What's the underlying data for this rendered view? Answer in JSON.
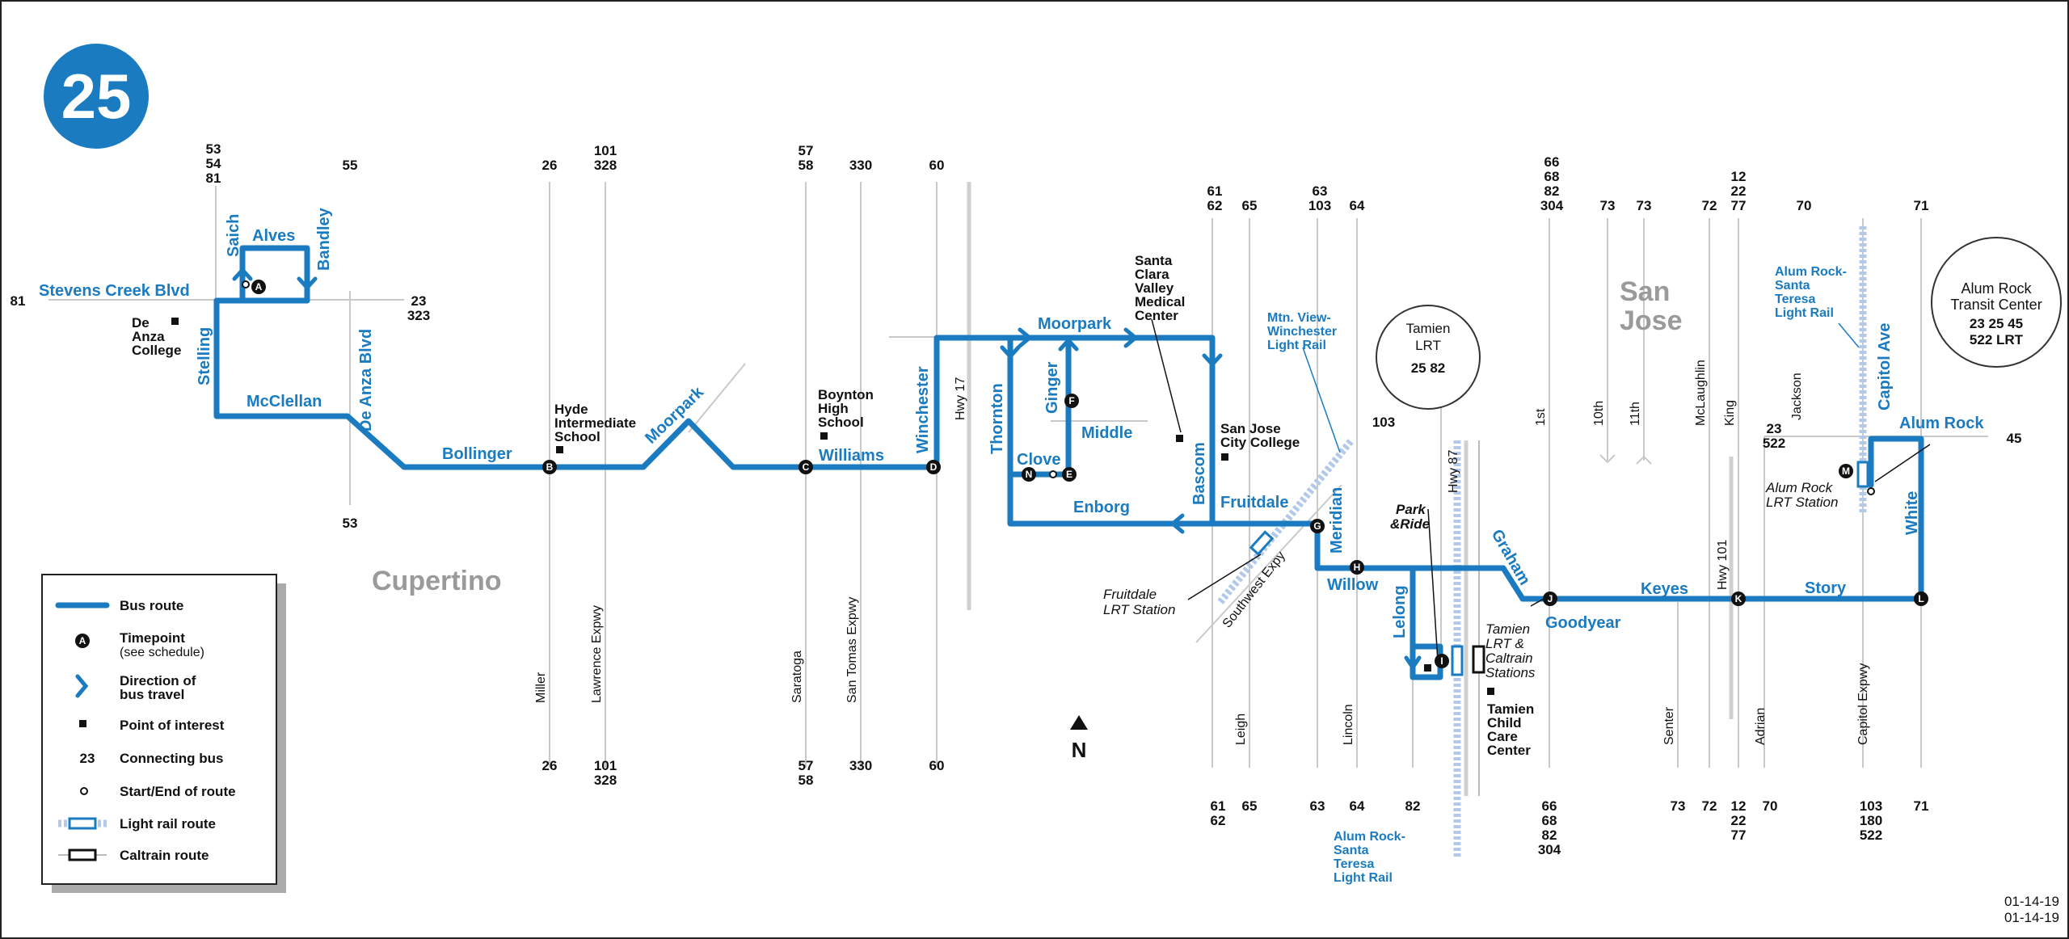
{
  "route_number": "25",
  "cities": {
    "cupertino": "Cupertino",
    "san_jose_1": "San",
    "san_jose_2": "Jose"
  },
  "streets": {
    "stevens_creek": "Stevens Creek Blvd",
    "saich": "Saich",
    "alves": "Alves",
    "bandley": "Bandley",
    "stelling": "Stelling",
    "mcclellan": "McClellan",
    "de_anza_blvd": "De Anza Blvd",
    "bollinger": "Bollinger",
    "moorpark_w": "Moorpark",
    "williams": "Williams",
    "winchester": "Winchester",
    "hwy17": "Hwy 17",
    "thornton": "Thornton",
    "moorpark_e": "Moorpark",
    "ginger": "Ginger",
    "middle": "Middle",
    "clove": "Clove",
    "enborg": "Enborg",
    "bascom": "Bascom",
    "fruitdale": "Fruitdale",
    "meridian": "Meridian",
    "willow": "Willow",
    "lelong": "Lelong",
    "graham": "Graham",
    "goodyear": "Goodyear",
    "keyes": "Keyes",
    "story": "Story",
    "white": "White",
    "alum_rock": "Alum Rock",
    "capitol_ave": "Capitol Ave",
    "miller": "Miller",
    "lawrence": "Lawrence Expwy",
    "saratoga": "Saratoga",
    "san_tomas": "San Tomas Expwy",
    "leigh": "Leigh",
    "lincoln": "Lincoln",
    "hwy87": "Hwy 87",
    "first": "1st",
    "tenth": "10th",
    "eleventh": "11th",
    "mclaughlin": "McLaughlin",
    "king": "King",
    "jackson": "Jackson",
    "senter": "Senter",
    "hwy101": "Hwy 101",
    "adrian": "Adrian",
    "capitol_expwy": "Capitol Expwy",
    "southwest_expy": "Southwest Expy"
  },
  "timepoints": [
    "A",
    "B",
    "C",
    "D",
    "E",
    "F",
    "G",
    "H",
    "I",
    "J",
    "K",
    "L",
    "M",
    "N"
  ],
  "poi": {
    "de_anza": [
      "De",
      "Anza",
      "College"
    ],
    "hyde": [
      "Hyde",
      "Intermediate",
      "School"
    ],
    "boynton": [
      "Boynton",
      "High",
      "School"
    ],
    "scvmc": [
      "Santa",
      "Clara",
      "Valley",
      "Medical",
      "Center"
    ],
    "sjcc": [
      "San Jose",
      "City College"
    ],
    "park": "Park",
    "ride": "&Ride",
    "fruitdale_lrt": [
      "Fruitdale",
      "LRT Station"
    ],
    "tamien_stations": [
      "Tamien",
      "LRT &",
      "Caltrain",
      "Stations"
    ],
    "tamien_child": [
      "Tamien",
      "Child",
      "Care",
      "Center"
    ],
    "alum_rock_lrt_station": [
      "Alum Rock",
      "LRT Station"
    ],
    "north": "N"
  },
  "light_rail_labels": {
    "mtn_view": [
      "Mtn. View-",
      "Winchester",
      "Light Rail"
    ],
    "alum_rock_santa_teresa_bottom": [
      "Alum Rock-",
      "Santa",
      "Teresa",
      "Light Rail"
    ],
    "alum_rock_santa_teresa_top": [
      "Alum Rock-",
      "Santa",
      "Teresa",
      "Light Rail"
    ]
  },
  "callouts": {
    "tamien": {
      "title": [
        "Tamien",
        "LRT"
      ],
      "routes": "25  82"
    },
    "alum_rock_tc": {
      "title": [
        "Alum Rock",
        "Transit Center"
      ],
      "routes1": "23  25  45",
      "routes2": "522  LRT"
    }
  },
  "connecting_top": {
    "c81": "81",
    "saich": [
      "53",
      "54",
      "81"
    ],
    "deanza": [
      "55"
    ],
    "sc_right": [
      "23",
      "323"
    ],
    "miller": [
      "26"
    ],
    "lawrence": [
      "101",
      "328"
    ],
    "saratoga": [
      "57",
      "58"
    ],
    "santomas": [
      "330"
    ],
    "winchester": [
      "60"
    ],
    "leigh1": [
      "61",
      "62"
    ],
    "leigh2": [
      "65"
    ],
    "meridian": [
      "63",
      "103"
    ],
    "lincoln": [
      "64"
    ],
    "lrt103": "103",
    "first": [
      "66",
      "68",
      "82",
      "304"
    ],
    "tenth": [
      "73"
    ],
    "eleventh": [
      "73"
    ],
    "mclaughlin": [
      "72"
    ],
    "king": [
      "12",
      "22",
      "77"
    ],
    "jackson": [
      "70"
    ],
    "white": [
      "71"
    ],
    "jackson_side": [
      "23",
      "522"
    ],
    "c45": "45"
  },
  "connecting_bottom": {
    "deanza": [
      "53"
    ],
    "miller": [
      "26"
    ],
    "lawrence": [
      "101",
      "328"
    ],
    "saratoga": [
      "57",
      "58"
    ],
    "santomas": [
      "330"
    ],
    "winchester": [
      "60"
    ],
    "bascom": [
      "61",
      "62"
    ],
    "leigh": [
      "65"
    ],
    "meridian": [
      "63"
    ],
    "lincoln": [
      "64"
    ],
    "lelong": [
      "82"
    ],
    "first": [
      "66",
      "68",
      "82",
      "304"
    ],
    "senter": [
      "73"
    ],
    "mclaughlin": [
      "72"
    ],
    "king": [
      "12",
      "22",
      "77"
    ],
    "adrian": [
      "70"
    ],
    "capitol": [
      "103",
      "180",
      "522"
    ],
    "white": [
      "71"
    ]
  },
  "legend": {
    "bus_route": "Bus route",
    "timepoint_1": "Timepoint",
    "timepoint_2": "(see schedule)",
    "timepoint_sample": "A",
    "direction_1": "Direction of",
    "direction_2": "bus travel",
    "poi": "Point of interest",
    "connecting_sample": "23",
    "connecting": "Connecting bus",
    "start_end": "Start/End of route",
    "light_rail": "Light rail route",
    "caltrain": "Caltrain route"
  },
  "dates": [
    "01-14-19",
    "01-14-19"
  ],
  "colors": {
    "route": "#1a7bc1",
    "light_rail": "#b3c9ea",
    "road": "#c9c9c9",
    "city": "#9a9a9a"
  }
}
